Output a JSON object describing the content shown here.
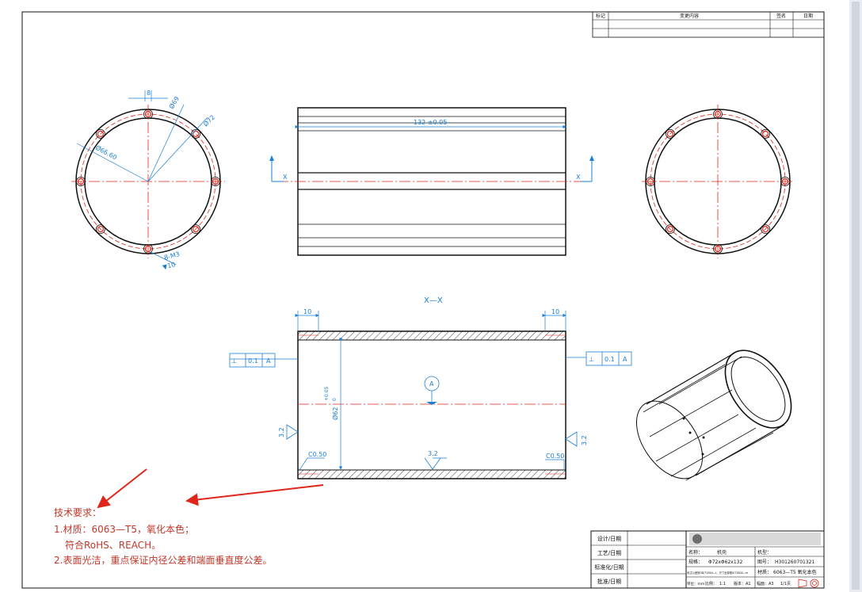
{
  "revision_block": {
    "col_mark": "标记",
    "col_content": "变更内容",
    "col_sign": "签名",
    "col_date": "日期"
  },
  "dimensions": {
    "slot_width": "8",
    "dia_69": "Ø69",
    "dia_72": "Ø72",
    "dia_66": "Ø66.60",
    "hole_note_top": "8-M3",
    "hole_note_bottom": "▼10",
    "length": "132 ±0.05",
    "section_label": "X—X",
    "x_marker": "X",
    "end_left": "10",
    "end_right": "10",
    "bore": "Ø62",
    "bore_tol_upper": "+0.05",
    "bore_tol_lower": "0",
    "chamfer": "C0.50",
    "roughness": "3.2",
    "datum": "A",
    "perp_tol": "0.1"
  },
  "notes": {
    "title": "技术要求：",
    "line1": "1.材质：6063—T5，氧化本色；",
    "line2": "符合RoHS、REACH。",
    "line3": "2.表面光洁，重点保证内径公差和端面垂直度公差。"
  },
  "title_block": {
    "design": "设计/日期",
    "process": "工艺/日期",
    "standard": "标准化/日期",
    "approve": "批准/日期",
    "name_label": "名称：",
    "name_value": "机壳",
    "model_label": "机型：",
    "spec_label": "规格：",
    "spec_value": "Φ72xΦ62x132",
    "drawing_no_label": "图号：",
    "drawing_no_value": "H301260701321",
    "tolerance_note": "未注公差按GB/T1804—f，尺寸全部按0/T1804—m",
    "material_label": "材质：",
    "material_value": "6063—T5 氧化本色",
    "unit": "单位：mm",
    "scale_label": "比例：",
    "scale_value": "1:1",
    "version": "版本：A1",
    "size": "幅面：A3",
    "page": "1/1页"
  },
  "colors": {
    "outline": "#111111",
    "centerline": "#e0261b",
    "dimension": "#1a7fd6",
    "note_text": "#c0392b",
    "annotation_arrow": "#e0261b"
  }
}
